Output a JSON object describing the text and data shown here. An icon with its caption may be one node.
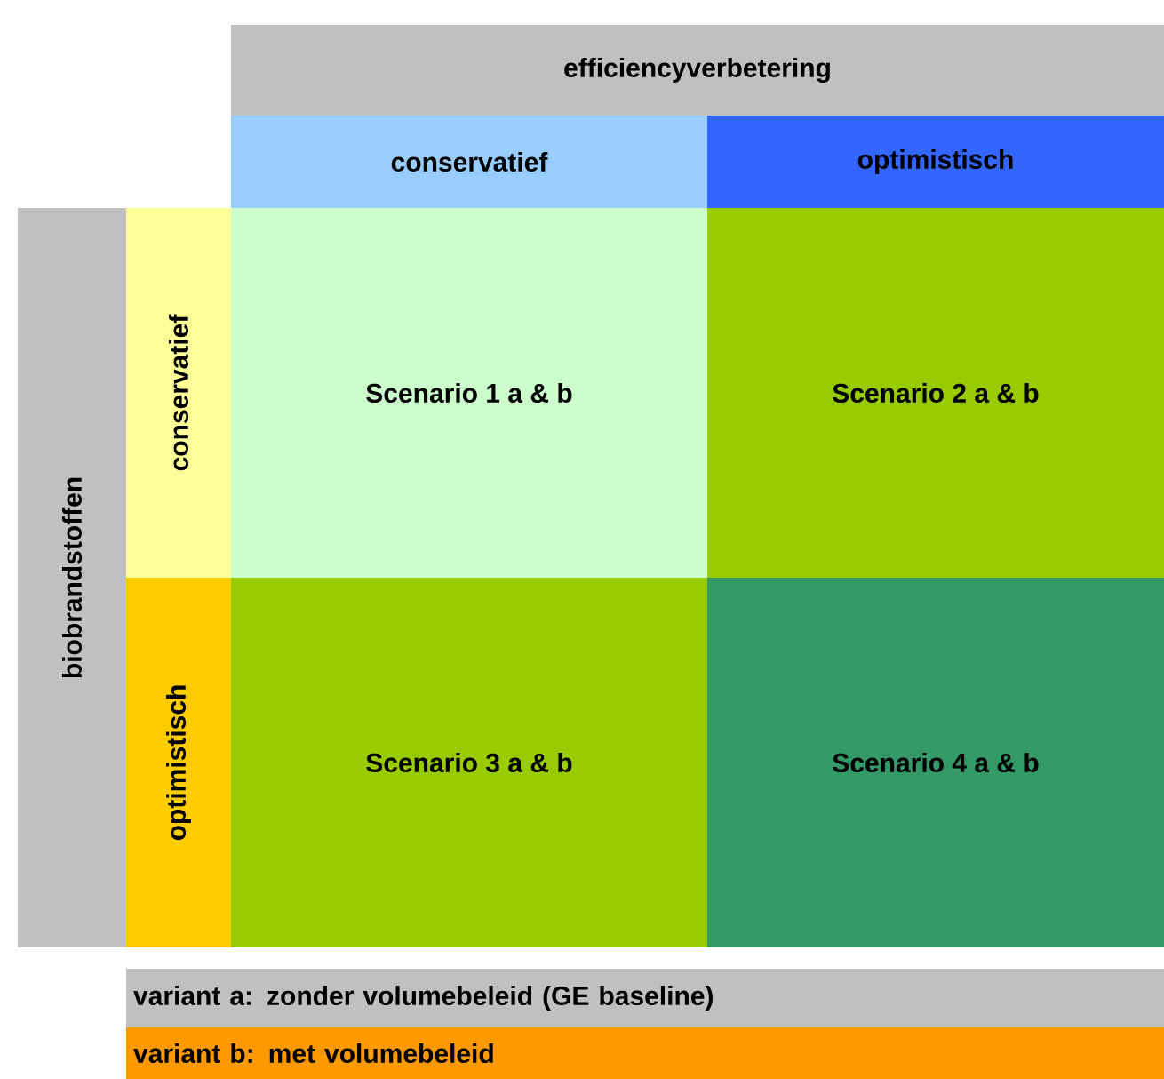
{
  "diagram": {
    "nodes": [
      {
        "text": [
          "efficiencyverbetering"
        ]
      },
      {
        "text": [
          "conservatief"
        ]
      },
      {
        "text": [
          "optimistisch"
        ]
      },
      {
        "text": [
          "biobrandstoffen"
        ]
      },
      {
        "text": [
          "conservatief"
        ]
      },
      {
        "text": [
          "Scenario 1 a & b"
        ]
      },
      {
        "text": [
          "Scenario 2 a & b"
        ]
      },
      {
        "text": [
          "optimistisch"
        ]
      },
      {
        "text": [
          "Scenario 3 a & b"
        ]
      },
      {
        "text": [
          "Scenario 4 a & b"
        ]
      },
      {
        "text": [
          "variant a: zonder volumebeleid (GE baseline)"
        ]
      },
      {
        "text": [
          "variant b: met volumebeleid"
        ]
      }
    ]
  }
}
